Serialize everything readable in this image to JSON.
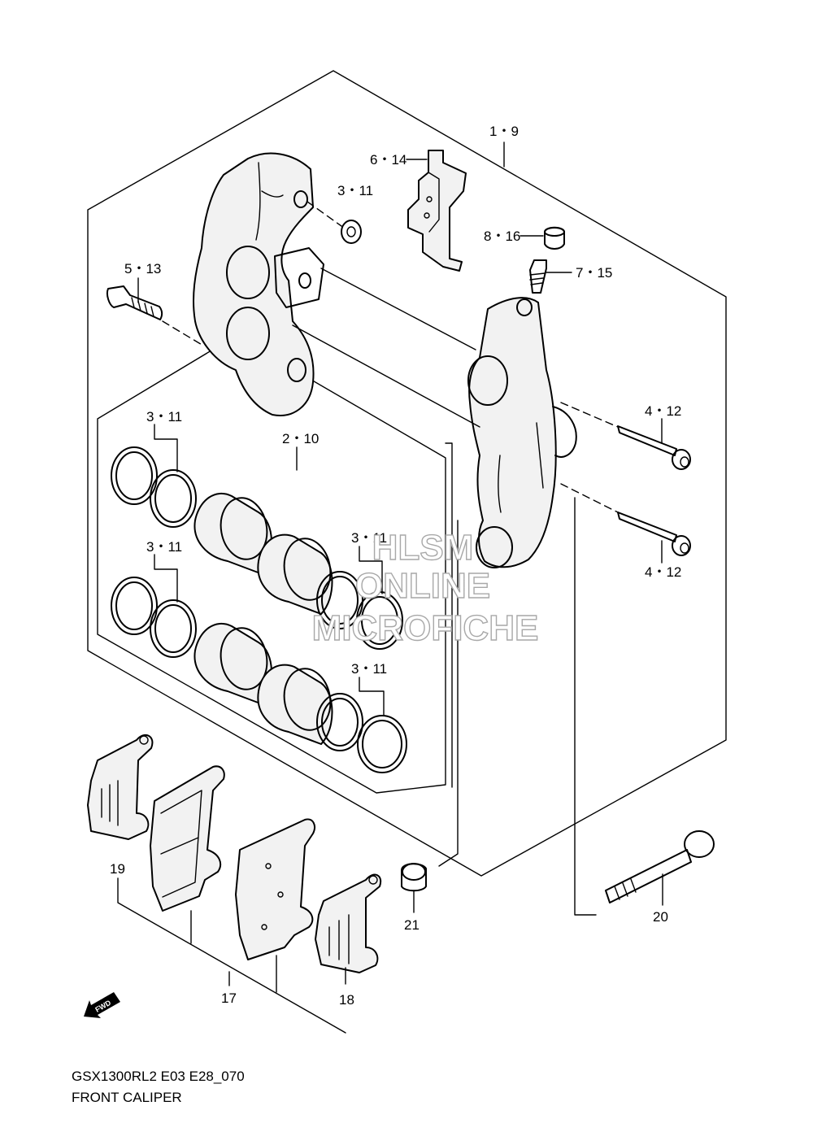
{
  "callouts": {
    "c_1_9": "1・9",
    "c_6_14": "6・14",
    "c_3_11_top": "3・11",
    "c_8_16": "8・16",
    "c_5_13": "5・13",
    "c_7_15": "7・15",
    "c_4_12_upper": "4・12",
    "c_4_12_lower": "4・12",
    "c_3_11_seal_a": "3・11",
    "c_2_10": "2・10",
    "c_3_11_seal_b": "3・11",
    "c_3_11_seal_c": "3・11",
    "c_3_11_seal_d": "3・11",
    "c_19": "19",
    "c_21": "21",
    "c_20": "20",
    "c_17": "17",
    "c_18": "18"
  },
  "fwd_label": "FWD",
  "watermark": {
    "line1": "HLSM",
    "line2": "ONLINE",
    "line3": "MICROFICHE"
  },
  "footer": {
    "code": "GSX1300RL2 E03 E28_070",
    "title": "FRONT CALIPER"
  }
}
